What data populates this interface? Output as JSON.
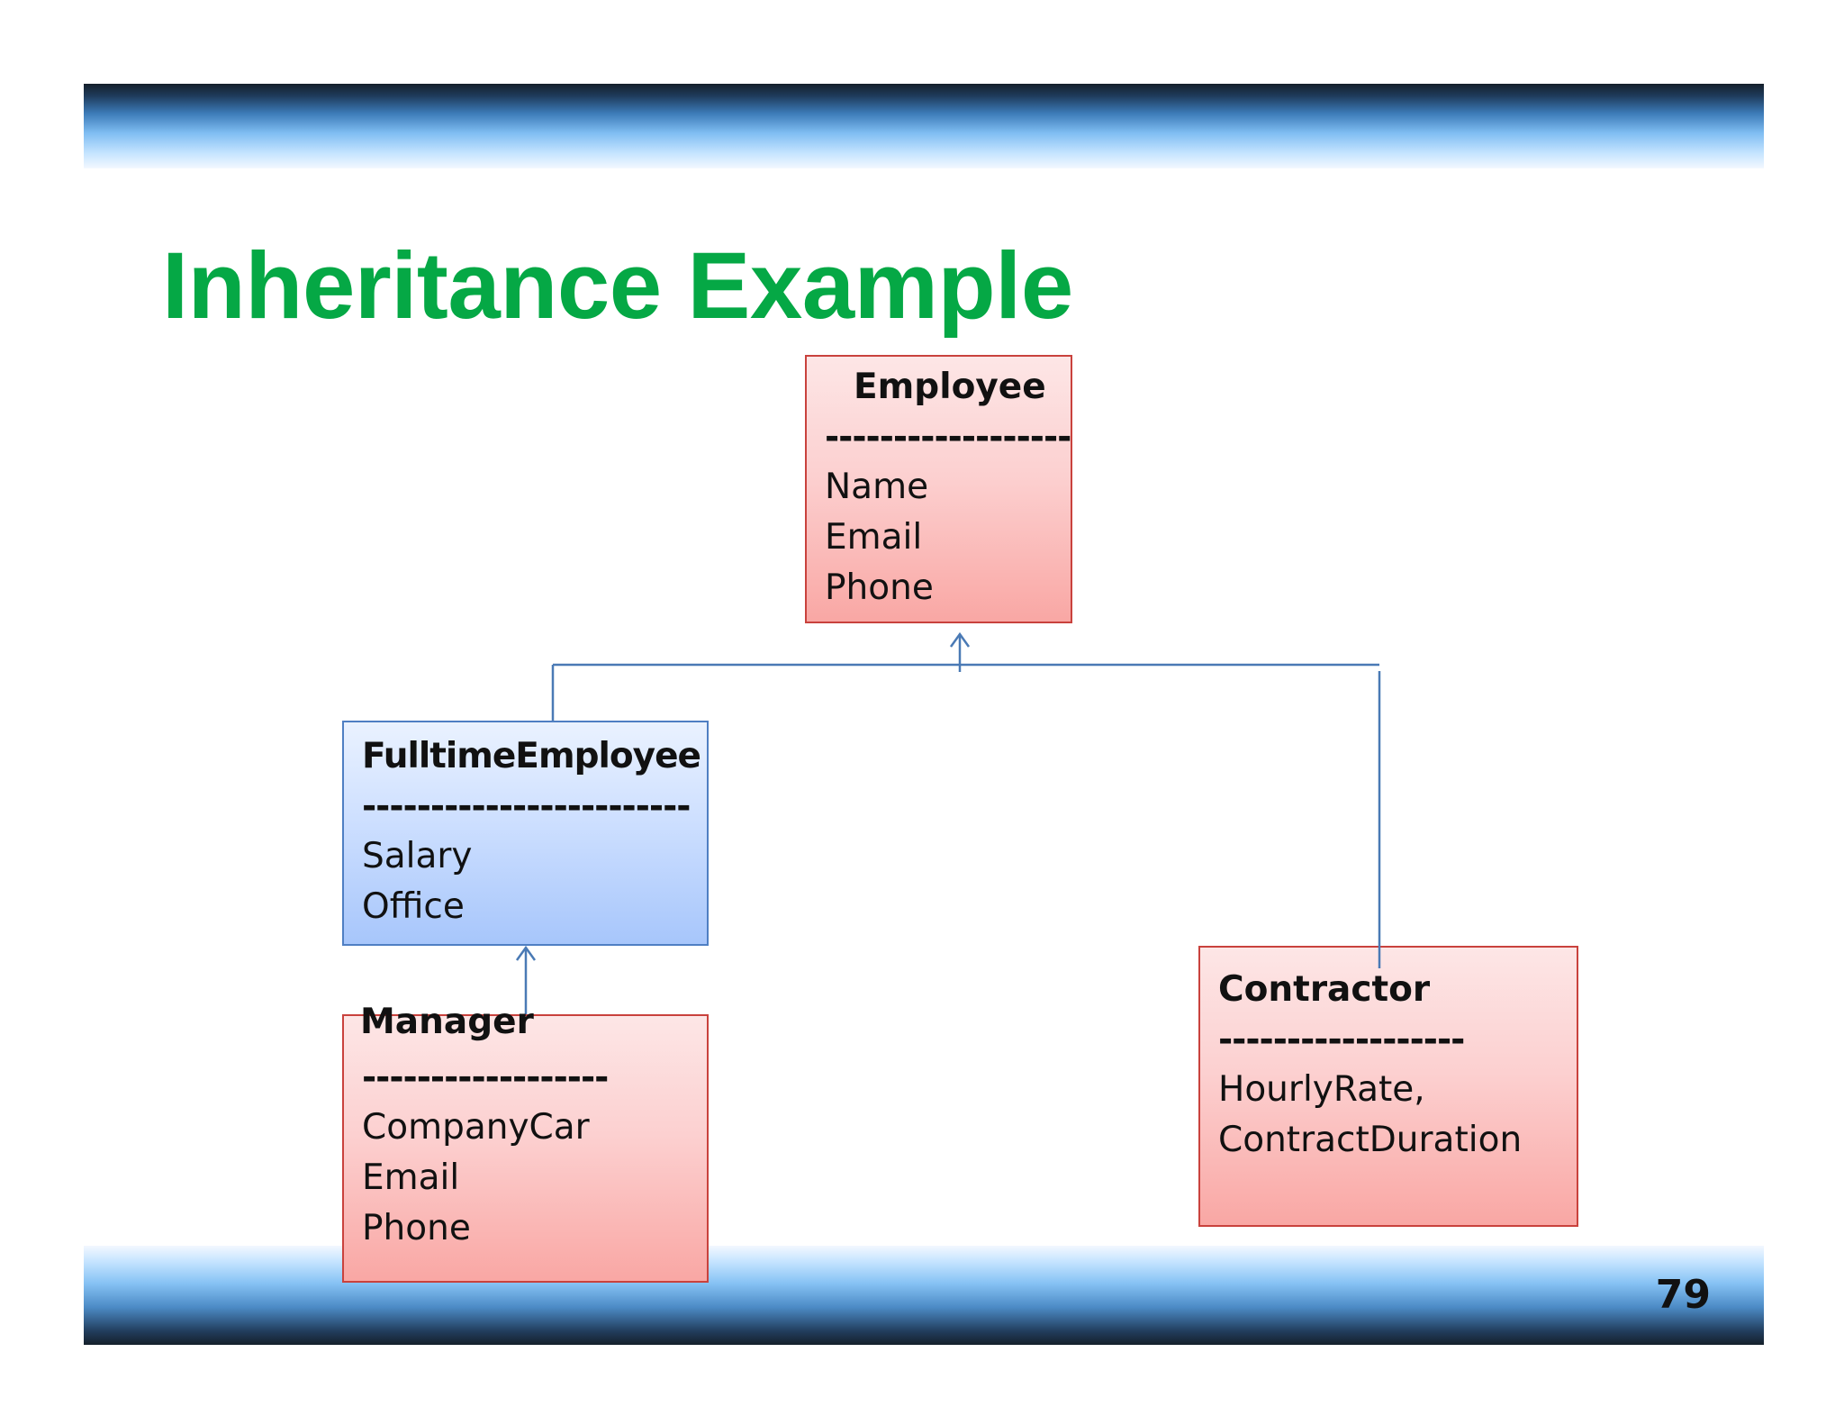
{
  "slide": {
    "title": "Inheritance Example",
    "page_number": "79"
  },
  "classes": {
    "employee": {
      "name": "Employee",
      "separator": "------------------",
      "attributes": [
        "Name",
        "Email",
        "Phone"
      ]
    },
    "fulltime_employee": {
      "name": "FulltimeEmployee",
      "separator": "------------------------",
      "attributes": [
        "Salary",
        "Office"
      ]
    },
    "manager": {
      "name": "Manager",
      "separator": "------------------",
      "attributes": [
        "CompanyCar",
        "Email",
        "Phone"
      ]
    },
    "contractor": {
      "name": "Contractor",
      "separator": "------------------",
      "attributes": [
        "HourlyRate,",
        "ContractDuration"
      ]
    }
  },
  "colors": {
    "title": "#05a845",
    "pink_border": "#c9423d",
    "blue_border": "#4f7fc3",
    "connector": "#4a7ab5"
  }
}
